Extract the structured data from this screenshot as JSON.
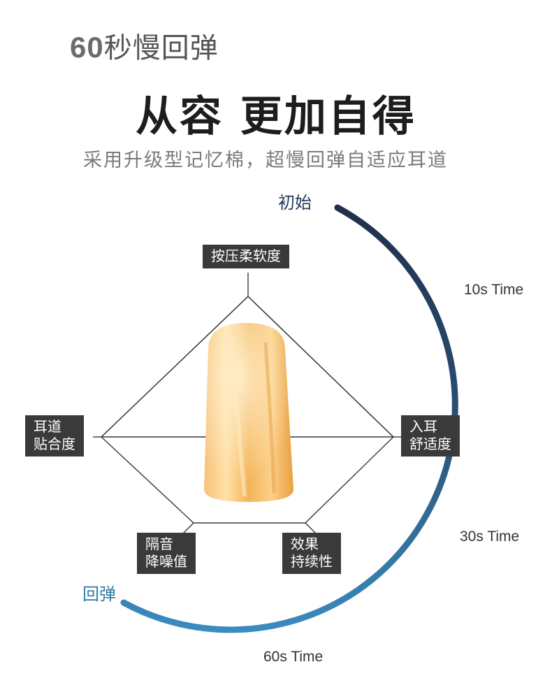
{
  "header": {
    "seconds": "60",
    "title_suffix": "秒慢回弹",
    "headline": "从容 更加自得",
    "subline": "采用升级型记忆棉，超慢回弹自适应耳道"
  },
  "radar": {
    "labels": {
      "top": "按压柔软度",
      "right_line1": "入耳",
      "right_line2": "舒适度",
      "left_line1": "耳道",
      "left_line2": "贴合度",
      "bottom_left_line1": "隔音",
      "bottom_left_line2": "降噪值",
      "bottom_right_line1": "效果",
      "bottom_right_line2": "持续性"
    }
  },
  "timeline": {
    "start_label": "初始",
    "end_label": "回弹",
    "marks": [
      "10s Time",
      "30s Time",
      "60s Time"
    ],
    "colors": {
      "start": "#1f2f4d",
      "end": "#3a8bbf"
    }
  },
  "product": {
    "name": "earplug-image",
    "color": "#f4b04a"
  }
}
